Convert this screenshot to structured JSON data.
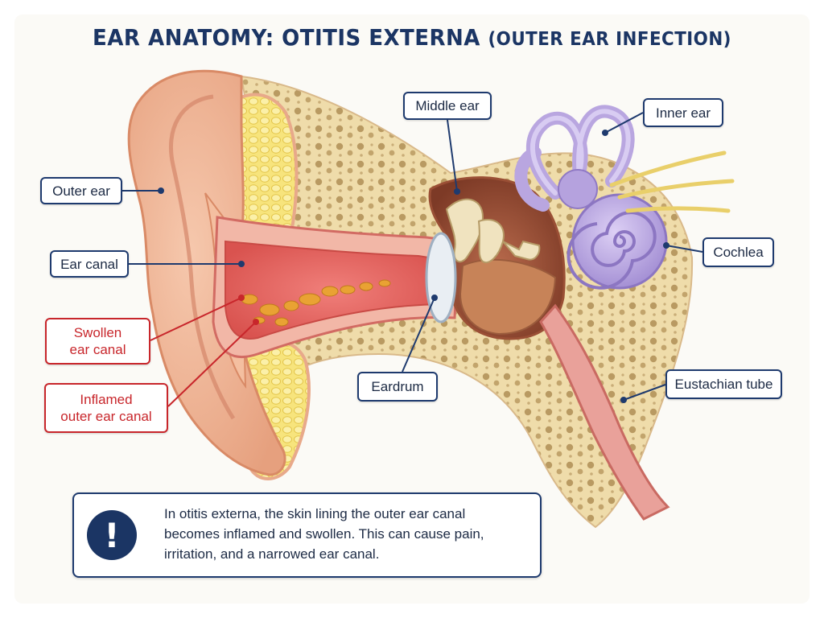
{
  "title": {
    "main": "EAR ANATOMY: OTITIS EXTERNA",
    "sub": "(OUTER EAR INFECTION)"
  },
  "labels": {
    "outer_ear": "Outer ear",
    "ear_canal": "Ear canal",
    "swollen_line1": "Swollen",
    "swollen_line2": "ear canal",
    "inflamed_line1": "Inflamed",
    "inflamed_line2": "outer ear canal",
    "middle_ear": "Middle ear",
    "inner_ear": "Inner ear",
    "cochlea": "Cochlea",
    "eardrum": "Eardrum",
    "eustachian_tube": "Eustachian tube"
  },
  "note": {
    "icon": "exclamation-icon",
    "line1": "In otitis externa, the skin lining the outer ear canal",
    "line2": "becomes inflamed and swollen. This can cause pain,",
    "line3": "irritation, and a narrowed ear canal."
  },
  "colors": {
    "title": "#1b3564",
    "label_border": "#1e3a6e",
    "alert_red": "#c8262b",
    "skin": "#f0b596",
    "bone": "#efdcaa",
    "fat": "#f6e27a",
    "inflamed_canal": "#e86d6d",
    "inner_ear": "#b9a6e0"
  }
}
